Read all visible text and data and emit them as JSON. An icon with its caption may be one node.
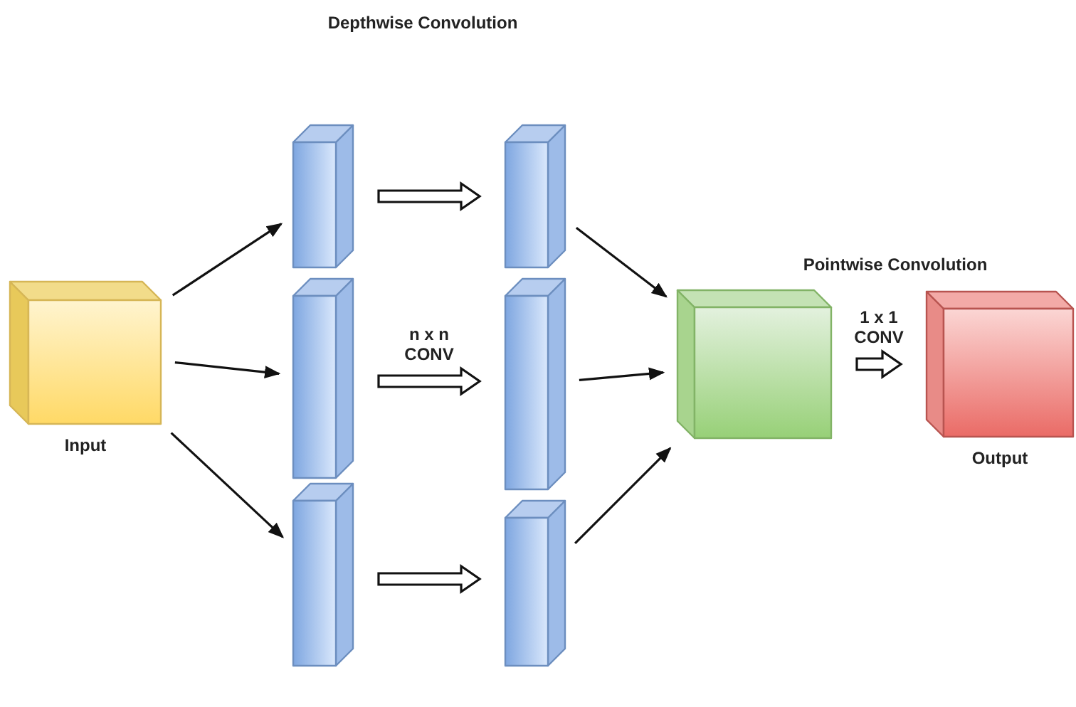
{
  "diagram": {
    "nodes": [
      {
        "text": [
          "Input"
        ]
      },
      {
        "text": [],
        "shape": "box"
      },
      {
        "text": [],
        "shape": "box"
      },
      {
        "text": [],
        "shape": "box"
      },
      {
        "text": [],
        "shape": "box"
      },
      {
        "text": [],
        "shape": "box"
      },
      {
        "text": [],
        "shape": "box"
      },
      {
        "text": [],
        "shape": "box"
      },
      {
        "text": [
          "Output"
        ]
      }
    ],
    "edges": [
      {
        "from": 0,
        "to": 1,
        "arrow": "to"
      },
      {
        "from": 0,
        "to": 2,
        "arrow": "to"
      },
      {
        "from": 0,
        "to": 3,
        "arrow": "to"
      },
      {
        "from": 1,
        "to": 4,
        "arrow": "to",
        "style": "thick"
      },
      {
        "from": 2,
        "to": 5,
        "arrow": "to",
        "style": "thick",
        "label": "n x n CONV"
      },
      {
        "from": 3,
        "to": 6,
        "arrow": "to",
        "style": "thick"
      },
      {
        "from": 4,
        "to": 7,
        "arrow": "to"
      },
      {
        "from": 5,
        "to": 7,
        "arrow": "to"
      },
      {
        "from": 6,
        "to": 7,
        "arrow": "to"
      },
      {
        "from": 7,
        "to": 8,
        "arrow": "to",
        "style": "thick",
        "label": "1 x 1 CONV"
      }
    ],
    "labels": [
      "Depthwise Convolution",
      "Pointwise Convolution"
    ]
  }
}
